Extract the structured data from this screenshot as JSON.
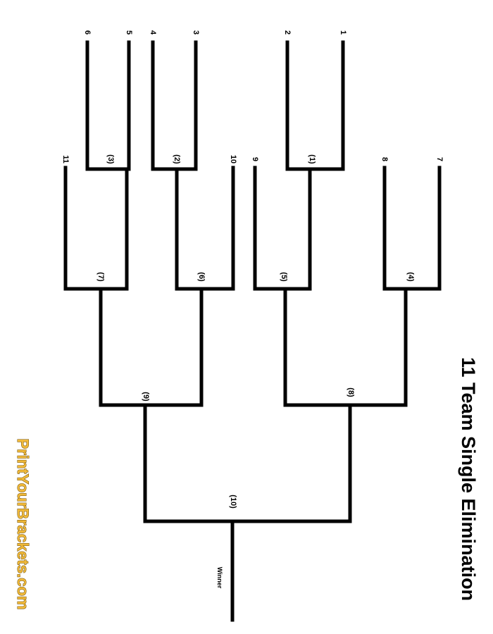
{
  "title": "11 Team Single Elimination",
  "brand": "PrintYourBrackets.com",
  "winner_label": "Winner",
  "seeds": [
    "1",
    "2",
    "3",
    "4",
    "5",
    "6",
    "7",
    "8",
    "9",
    "10",
    "11"
  ],
  "games": [
    "(1)",
    "(2)",
    "(3)",
    "(4)",
    "(5)",
    "(6)",
    "(7)",
    "(8)",
    "(9)",
    "(10)"
  ]
}
